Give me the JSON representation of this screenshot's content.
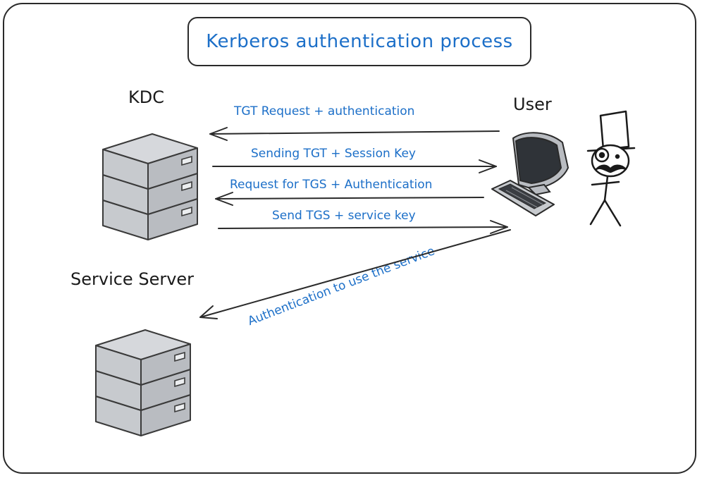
{
  "diagram": {
    "title": "Kerberos authentication process",
    "nodes": {
      "kdc": "KDC",
      "user": "User",
      "service_server": "Service Server"
    },
    "messages": [
      {
        "text": "TGT Request + authentication",
        "direction": "user-to-kdc"
      },
      {
        "text": "Sending TGT + Session Key",
        "direction": "kdc-to-user"
      },
      {
        "text": "Request for TGS + Authentication",
        "direction": "user-to-kdc"
      },
      {
        "text": "Send TGS + service key",
        "direction": "kdc-to-user"
      },
      {
        "text": "Authentication to use the service",
        "direction": "user-to-service-server"
      }
    ],
    "colors": {
      "text": "#1a1a1a",
      "message_text": "#1c6fc8",
      "server_fill": "#c9ccd1",
      "line": "#2a2a2a"
    }
  }
}
